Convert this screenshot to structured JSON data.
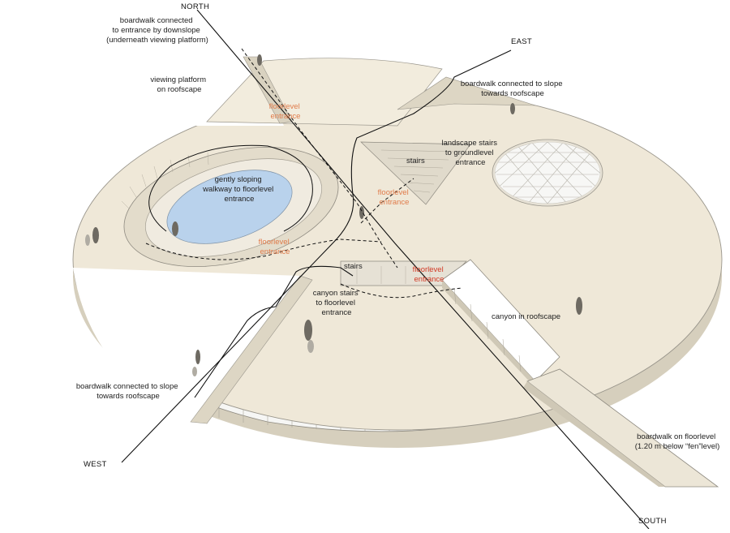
{
  "colors": {
    "roof": "#efe8d8",
    "roof_shadow": "#d9d2c0",
    "edge": "#8e8a80",
    "glass": "#f6f6f4",
    "pool": "#b9d2ec",
    "orange_label": "#e07b4a",
    "red_label": "#d23a26",
    "line": "#111111"
  },
  "compass": {
    "north": "NORTH",
    "east": "EAST",
    "south": "SOUTH",
    "west": "WEST"
  },
  "labels": {
    "boardwalk_north": [
      "boardwalk connected",
      "to entrance by downslope",
      "(underneath viewing platform)"
    ],
    "viewing_platform": [
      "viewing platform",
      "on roofscape"
    ],
    "floorlevel_entrance_nw": [
      "floorlevel",
      "entrance"
    ],
    "boardwalk_east": [
      "boardwalk connected to slope",
      "towards roofscape"
    ],
    "landscape_stairs": [
      "landscape stairs",
      "to groundlevel",
      "entrance"
    ],
    "stairs_east": "stairs",
    "gently_sloping": [
      "gently sloping",
      "walkway to floorlevel",
      "entrance"
    ],
    "floorlevel_entrance_center": [
      "floorlevel",
      "entrance"
    ],
    "floorlevel_entrance_west": [
      "floorlevel",
      "entrance"
    ],
    "stairs_center": "stairs",
    "floorlevel_entrance_red": [
      "floorlevel",
      "entrance"
    ],
    "canyon_stairs": [
      "canyon stairs",
      "to floorlevel",
      "entrance"
    ],
    "canyon_roofscape": "canyon in roofscape",
    "boardwalk_west": [
      "boardwalk connected to slope",
      "towards roofscape"
    ],
    "boardwalk_south": [
      "boardwalk on floorlevel",
      "(1.20 m below “fen”level)"
    ]
  }
}
